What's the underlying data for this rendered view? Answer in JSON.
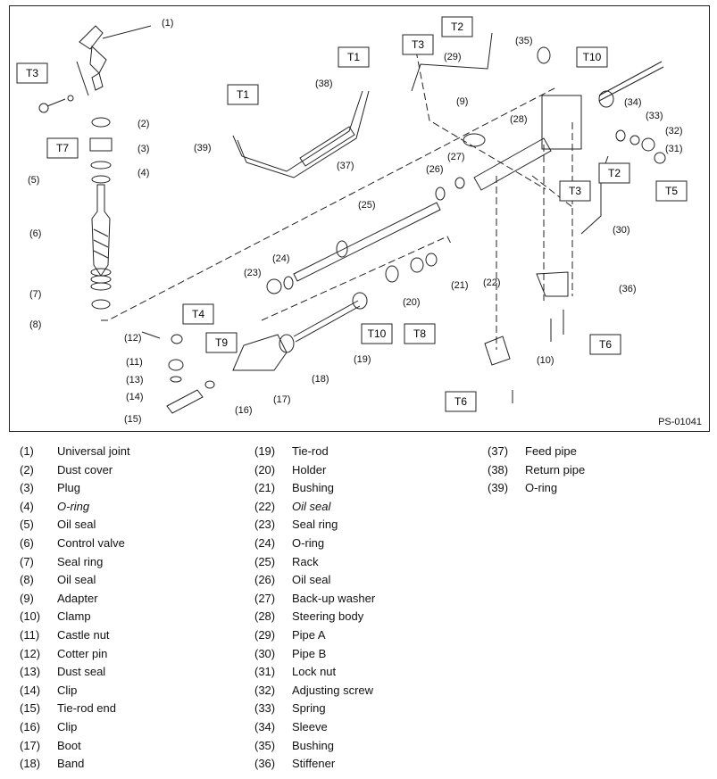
{
  "figure": {
    "code": "PS-01041",
    "callouts": [
      "(1)",
      "(2)",
      "(3)",
      "(4)",
      "(5)",
      "(6)",
      "(7)",
      "(8)",
      "(9)",
      "(10)",
      "(11)",
      "(12)",
      "(13)",
      "(14)",
      "(15)",
      "(16)",
      "(17)",
      "(18)",
      "(19)",
      "(20)",
      "(21)",
      "(22)",
      "(23)",
      "(24)",
      "(25)",
      "(26)",
      "(27)",
      "(28)",
      "(29)",
      "(30)",
      "(31)",
      "(32)",
      "(33)",
      "(34)",
      "(35)",
      "(36)",
      "(37)",
      "(38)",
      "(39)"
    ],
    "torque_tags": [
      "T1",
      "T1",
      "T2",
      "T2",
      "T3",
      "T3",
      "T3",
      "T4",
      "T5",
      "T6",
      "T6",
      "T7",
      "T8",
      "T9",
      "T10",
      "T10"
    ]
  },
  "legend": {
    "col1": [
      {
        "num": "(1)",
        "name": "Universal joint"
      },
      {
        "num": "(2)",
        "name": "Dust cover"
      },
      {
        "num": "(3)",
        "name": "Plug"
      },
      {
        "num": "(4)",
        "name": "O-ring"
      },
      {
        "num": "(5)",
        "name": "Oil seal"
      },
      {
        "num": "(6)",
        "name": "Control valve"
      },
      {
        "num": "(7)",
        "name": "Seal ring"
      },
      {
        "num": "(8)",
        "name": "Oil seal"
      },
      {
        "num": "(9)",
        "name": "Adapter"
      },
      {
        "num": "(10)",
        "name": "Clamp"
      },
      {
        "num": "(11)",
        "name": "Castle nut"
      },
      {
        "num": "(12)",
        "name": "Cotter pin"
      },
      {
        "num": "(13)",
        "name": "Dust seal"
      },
      {
        "num": "(14)",
        "name": "Clip"
      },
      {
        "num": "(15)",
        "name": "Tie-rod end"
      },
      {
        "num": "(16)",
        "name": "Clip"
      },
      {
        "num": "(17)",
        "name": "Boot"
      },
      {
        "num": "(18)",
        "name": "Band"
      }
    ],
    "col2": [
      {
        "num": "(19)",
        "name": "Tie-rod"
      },
      {
        "num": "(20)",
        "name": "Holder"
      },
      {
        "num": "(21)",
        "name": "Bushing"
      },
      {
        "num": "(22)",
        "name": "Oil seal"
      },
      {
        "num": "(23)",
        "name": "Seal ring"
      },
      {
        "num": "(24)",
        "name": "O-ring"
      },
      {
        "num": "(25)",
        "name": "Rack"
      },
      {
        "num": "(26)",
        "name": "Oil seal"
      },
      {
        "num": "(27)",
        "name": "Back-up washer"
      },
      {
        "num": "(28)",
        "name": "Steering body"
      },
      {
        "num": "(29)",
        "name": "Pipe A"
      },
      {
        "num": "(30)",
        "name": "Pipe B"
      },
      {
        "num": "(31)",
        "name": "Lock nut"
      },
      {
        "num": "(32)",
        "name": "Adjusting screw"
      },
      {
        "num": "(33)",
        "name": "Spring"
      },
      {
        "num": "(34)",
        "name": "Sleeve"
      },
      {
        "num": "(35)",
        "name": "Bushing"
      },
      {
        "num": "(36)",
        "name": "Stiffener"
      }
    ],
    "col3": [
      {
        "num": "(37)",
        "name": "Feed pipe"
      },
      {
        "num": "(38)",
        "name": "Return pipe"
      },
      {
        "num": "(39)",
        "name": "O-ring"
      }
    ]
  }
}
